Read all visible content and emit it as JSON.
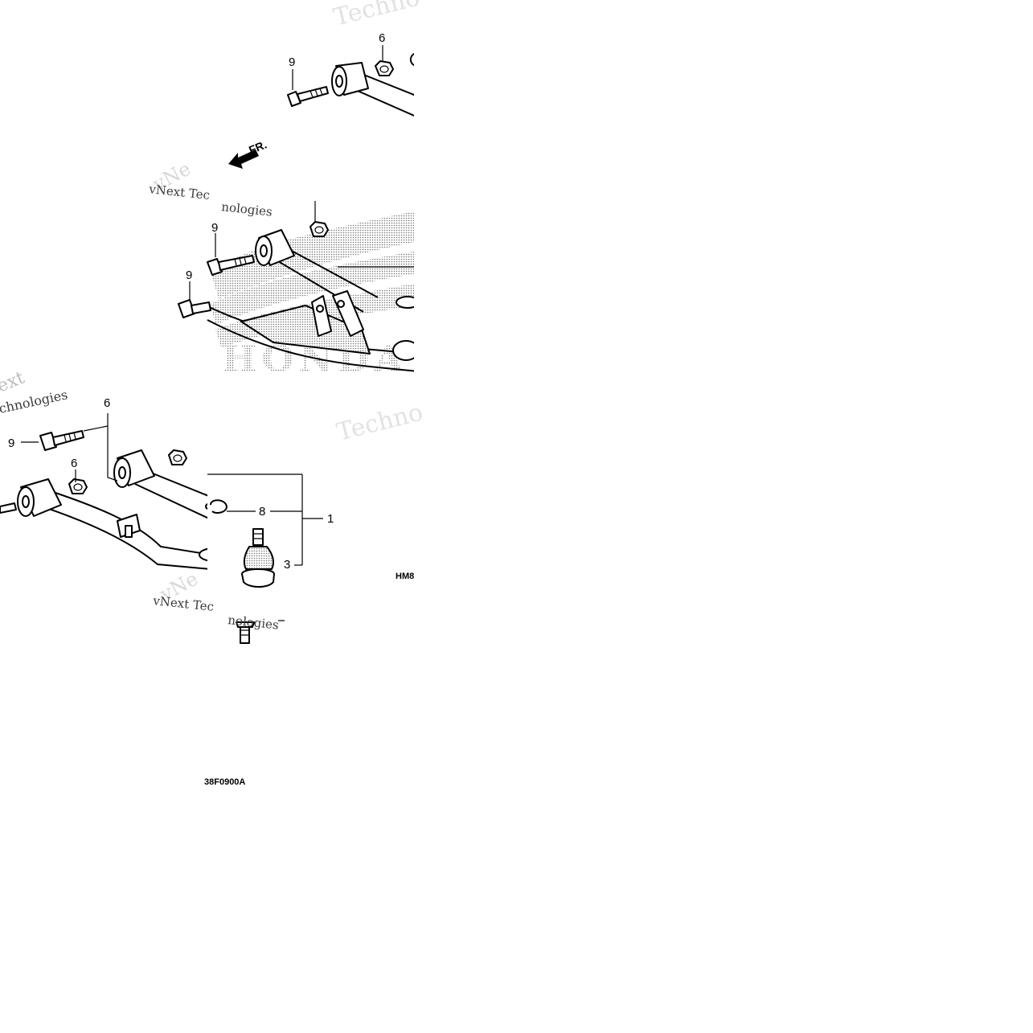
{
  "callouts": {
    "c9_top": "9",
    "c6_top": "6",
    "c9_mid_a": "9",
    "c9_mid_b": "9",
    "c6_left": "6",
    "c9_left": "9",
    "c6_low": "6",
    "c8": "8",
    "c1": "1",
    "c3": "3"
  },
  "front_arrow_label": "FR.",
  "watermarks": {
    "tech_top": "Techno",
    "tech_right": "Techno",
    "vnext_mid": "vNext Tec",
    "nologies_mid": "nologies",
    "ext_left": "ext",
    "chnologies_left": "chnologies",
    "vnext_low": "vNext Tec",
    "nologies_low": "nologies"
  },
  "brand_watermark": "HONDA",
  "diagram_code_main": "38F0900A",
  "diagram_code_side": "HM8"
}
